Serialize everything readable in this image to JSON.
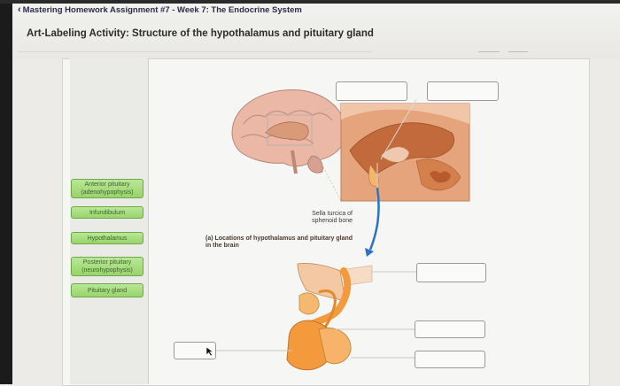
{
  "header": {
    "breadcrumb": "Mastering Homework Assignment #7 - Week 7: The Endocrine System",
    "title": "Art-Labeling Activity: Structure of the hypothalamus and pituitary gland"
  },
  "label_bank": [
    {
      "label": "Anterior pituitary (adenohypophysis)"
    },
    {
      "label": "Infundibulum"
    },
    {
      "label": "Hypothalamus"
    },
    {
      "label": "Posterior pituitary (neurohypophysis)"
    },
    {
      "label": "Pituitary gland"
    }
  ],
  "figure": {
    "sella_label": "Sella turcica of sphenoid bone",
    "caption": "(a) Locations of hypothalamus and pituitary gland in the brain"
  },
  "colors": {
    "label_green": "#a8de80",
    "arrow_blue": "#2a72c8",
    "tissue_orange": "#f29a3c"
  }
}
